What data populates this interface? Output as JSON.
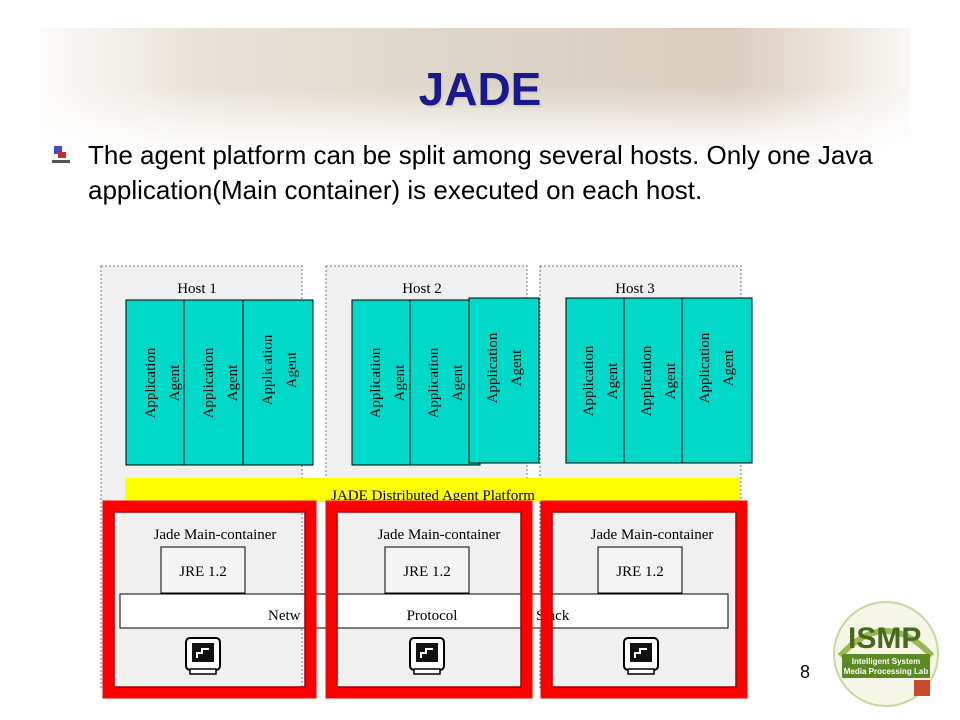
{
  "slide": {
    "title": "JADE",
    "bullet": "The agent platform can be split among several hosts. Only one Java application(Main container) is executed on each host.",
    "page_number": "8"
  },
  "diagram": {
    "hosts": [
      {
        "label": "Host 1",
        "agents": [
          {
            "line1": "Application",
            "line2": "Agent"
          },
          {
            "line1": "Application",
            "line2": "Agent"
          },
          {
            "line1": "Application",
            "line2": "Agent"
          }
        ],
        "container": "Jade Main-container",
        "jre": "JRE 1.2"
      },
      {
        "label": "Host 2",
        "agents": [
          {
            "line1": "Application",
            "line2": "Agent"
          },
          {
            "line1": "Application",
            "line2": "Agent"
          },
          {
            "line1": "Application",
            "line2": "Agent"
          }
        ],
        "container": "Jade Main-container",
        "jre": "JRE 1.2"
      },
      {
        "label": "Host 3",
        "agents": [
          {
            "line1": "Application",
            "line2": "Agent"
          },
          {
            "line1": "Application",
            "line2": "Agent"
          },
          {
            "line1": "Application",
            "line2": "Agent"
          }
        ],
        "container": "Jade Main-container",
        "jre": "JRE 1.2"
      }
    ],
    "platform_label": "JADE Distributed Agent Platform",
    "network_fragments": [
      "Netw",
      "Protocol",
      "Stack"
    ]
  },
  "logo": {
    "text": "ISMP",
    "line1": "Intelligent System",
    "line2": "Media Processing Lab"
  },
  "colors": {
    "title": "#1a1a8c",
    "agent_fill": "#00d8c8",
    "platform_fill": "#ffff00",
    "highlight_border": "#ff0000",
    "highlight_inner": "#b01010"
  }
}
